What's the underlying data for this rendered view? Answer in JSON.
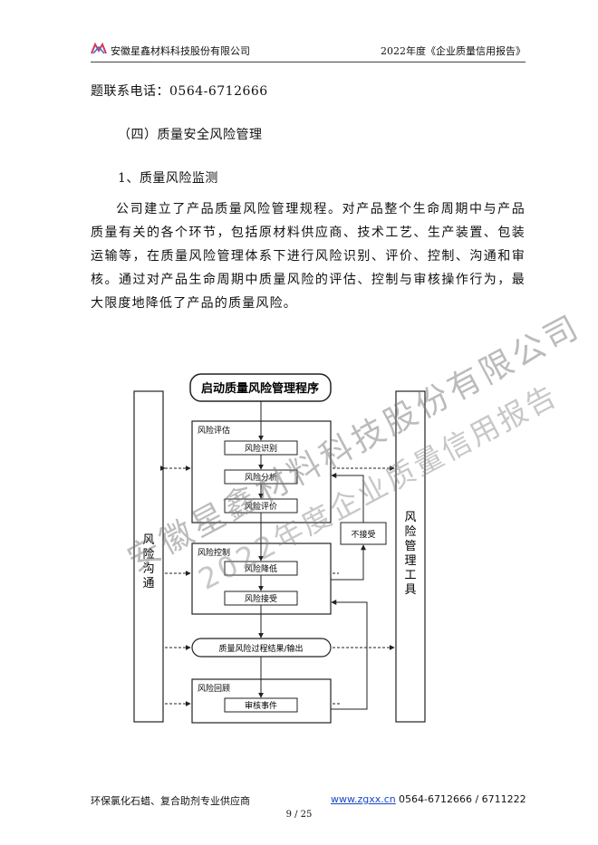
{
  "header": {
    "company": "安徽星鑫材料科技股份有限公司",
    "report": "2022年度《企业质量信用报告》"
  },
  "body": {
    "hotline": "题联系电话：0564-6712666",
    "section": "（四）质量安全风险管理",
    "subsection": "1、质量风险监测",
    "paragraph": "公司建立了产品质量风险管理规程。对产品整个生命周期中与产品质量有关的各个环节，包括原材料供应商、技术工艺、生产装置、包装运输等，在质量风险管理体系下进行风险识别、评价、控制、沟通和审核。通过对产品生命周期中质量风险的评估、控制与审核操作行为，最大限度地降低了产品的质量风险。"
  },
  "flowchart": {
    "start": "启动质量风险管理程序",
    "left_column": "风险沟通",
    "right_column": "风险管理工具",
    "assessment_group": "风险评估",
    "identify": "风险识别",
    "analyze": "风险分析",
    "evaluate": "风险评价",
    "reject": "不接受",
    "control_group": "风险控制",
    "reduce": "风险降低",
    "accept": "风险接受",
    "output": "质量风险过程结果/输出",
    "review_group": "风险回顾",
    "audit": "审核事件"
  },
  "watermark": {
    "line1": "安徽星鑫材料科技股份有限公司",
    "line2": "2022年度企业质量信用报告"
  },
  "footer": {
    "slogan": "环保氯化石蜡、复合助剂专业供应商",
    "website": "www.zgxx.cn",
    "phone": "0564-6712666 / 6711222",
    "page": "9 / 25"
  }
}
